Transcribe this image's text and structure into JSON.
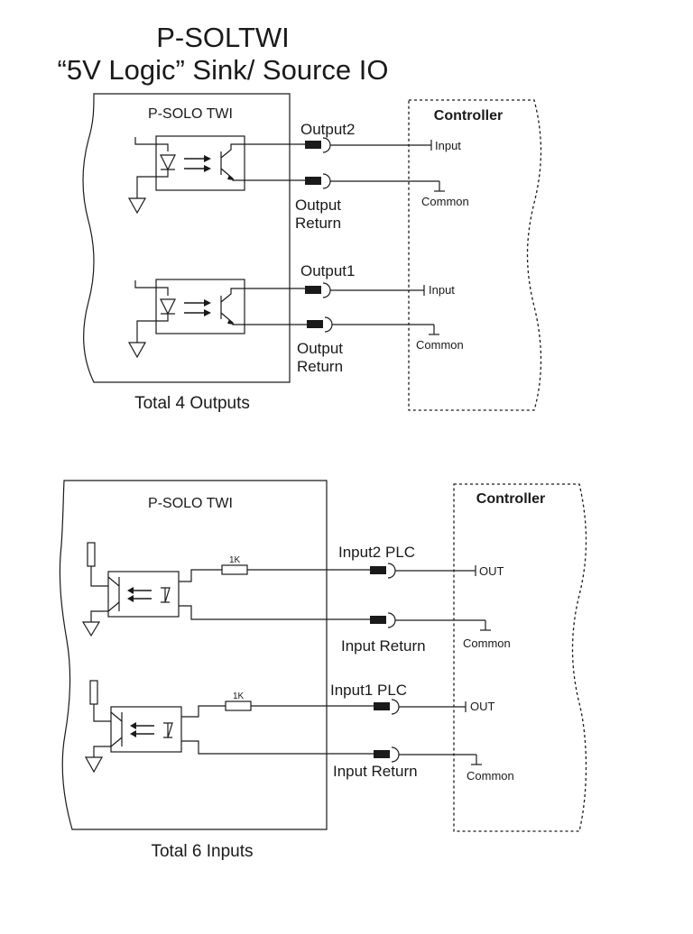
{
  "title": {
    "line1": "P-SOLTWI",
    "line2": "“5V Logic” Sink/ Source IO"
  },
  "outputs_section": {
    "device_label": "P-SOLO TWI",
    "controller_label": "Controller",
    "channels": [
      {
        "signal": "Output2",
        "return_line1": "Output",
        "return_line2": "Return",
        "ctrl_input": "Input",
        "ctrl_common": "Common"
      },
      {
        "signal": "Output1",
        "return_line1": "Output",
        "return_line2": "Return",
        "ctrl_input": "Input",
        "ctrl_common": "Common"
      }
    ],
    "footer": "Total 4 Outputs"
  },
  "inputs_section": {
    "device_label": "P-SOLO TWI",
    "controller_label": "Controller",
    "channels": [
      {
        "signal": "Input2 PLC",
        "resistor": "1K",
        "return": "Input Return",
        "ctrl_out": "OUT",
        "ctrl_common": "Common"
      },
      {
        "signal": "Input1 PLC",
        "resistor": "1K",
        "return": "Input Return",
        "ctrl_out": "OUT",
        "ctrl_common": "Common"
      }
    ],
    "footer": "Total 6 Inputs"
  },
  "colors": {
    "ink": "#1a1a1a",
    "background": "#ffffff"
  }
}
